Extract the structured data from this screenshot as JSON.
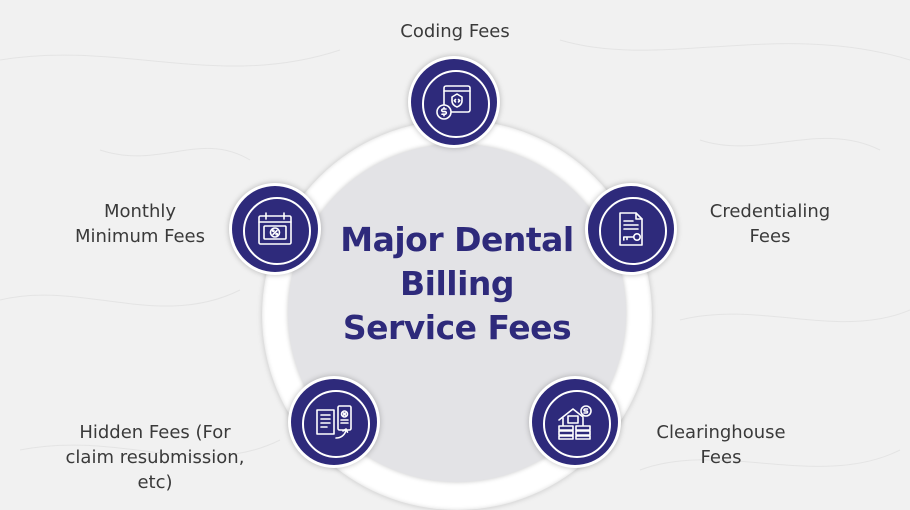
{
  "diagram": {
    "title_lines": [
      "Major Dental",
      "Billing",
      "Service Fees"
    ],
    "nodes": [
      {
        "id": "coding",
        "icon": "code-dollar-icon",
        "label_lines": [
          "Coding Fees"
        ]
      },
      {
        "id": "credentialing",
        "icon": "certificate-key-icon",
        "label_lines": [
          "Credentialing",
          "Fees"
        ]
      },
      {
        "id": "clearinghouse",
        "icon": "clearinghouse-money-icon",
        "label_lines": [
          "Clearinghouse",
          "Fees"
        ]
      },
      {
        "id": "hidden",
        "icon": "hidden-invoice-icon",
        "label_lines": [
          "Hidden Fees (For",
          "claim resubmission,",
          "etc)"
        ]
      },
      {
        "id": "monthly",
        "icon": "calendar-percent-icon",
        "label_lines": [
          "Monthly",
          "Minimum Fees"
        ]
      }
    ],
    "colors": {
      "accent": "#2e2a7b",
      "background": "#f1f1f1",
      "label_text": "#3a3a3a"
    }
  }
}
